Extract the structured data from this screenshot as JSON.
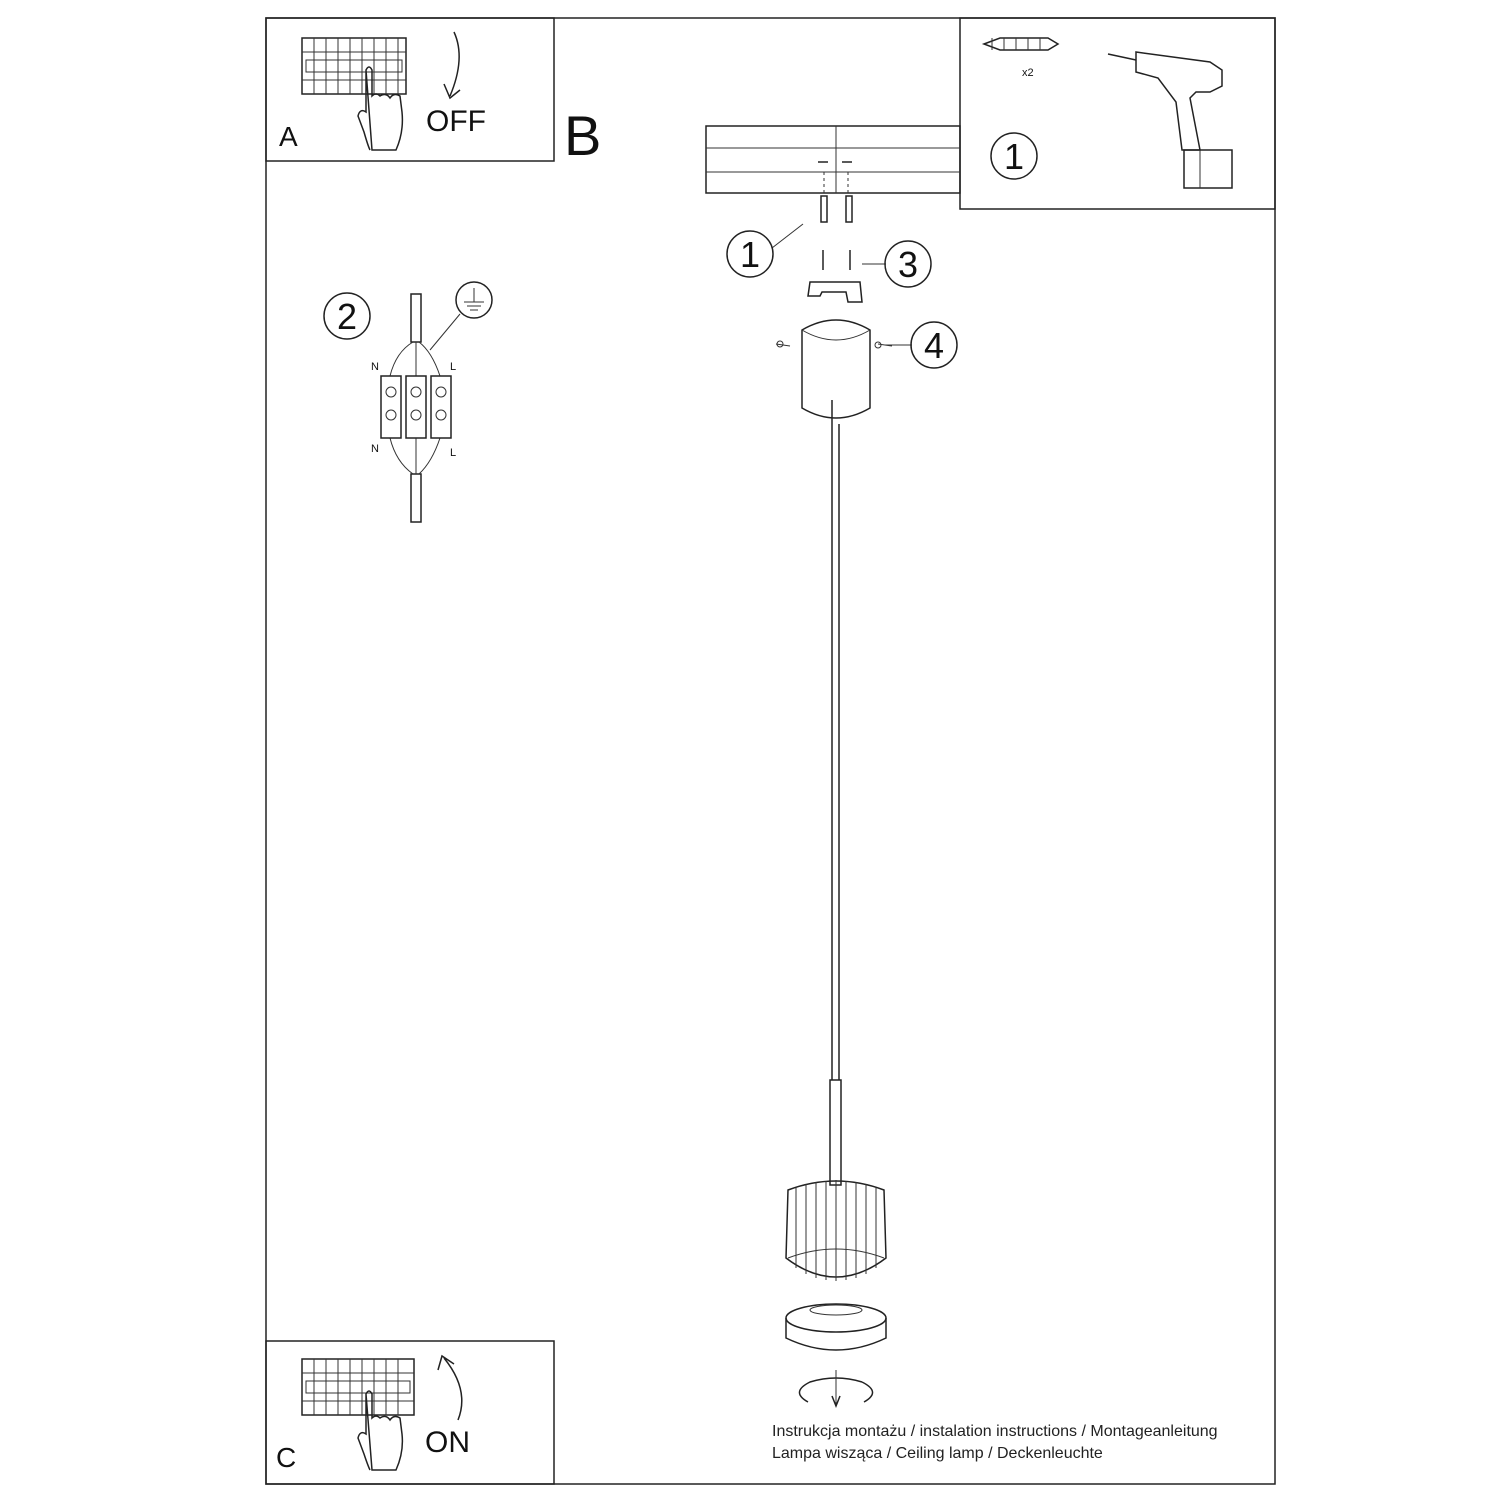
{
  "panels": {
    "a": {
      "letter": "A",
      "action": "OFF"
    },
    "b": {
      "letter": "B"
    },
    "c": {
      "letter": "C",
      "action": "ON"
    }
  },
  "tools": {
    "anchor_qty": "x2",
    "step": "1"
  },
  "steps": {
    "step1": "1",
    "step2": "2",
    "step3": "3",
    "step4": "4"
  },
  "wiring": {
    "n_top": "N",
    "l_top": "L",
    "n_bottom": "N",
    "l_bottom": "L"
  },
  "footer": {
    "line1": "Instrukcja montażu / instalation instructions / Montageanleitung",
    "line2": "Lampa wisząca / Ceiling lamp / Deckenleuchte"
  }
}
